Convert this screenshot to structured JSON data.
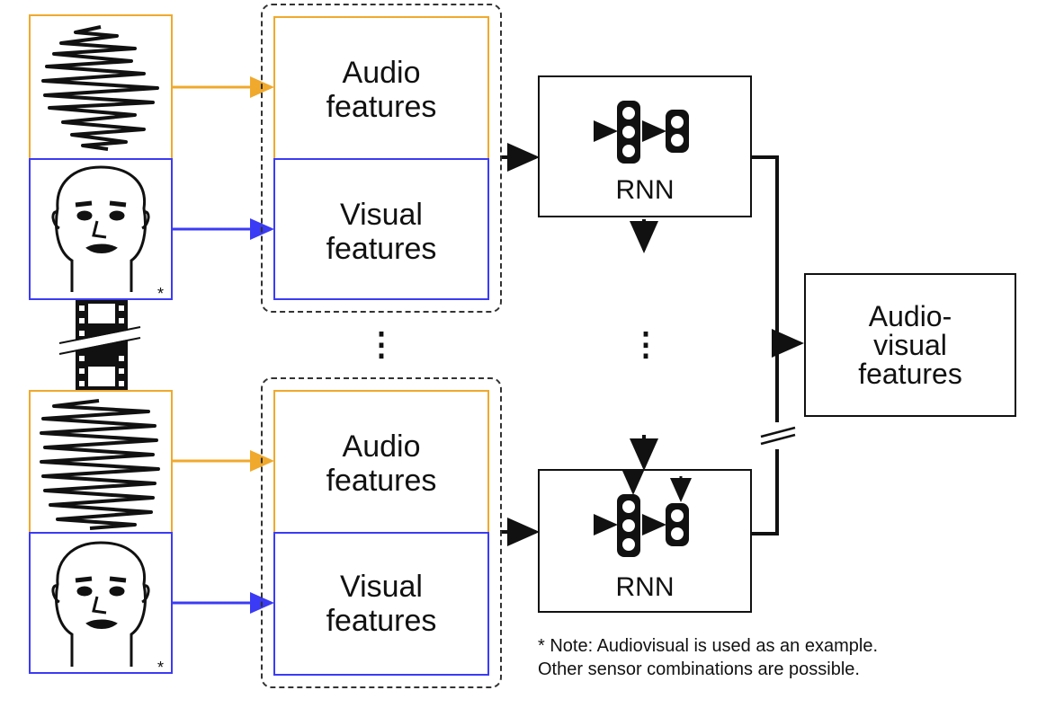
{
  "groups": [
    {
      "audio_label": "Audio\nfeatures",
      "visual_label": "Visual\nfeatures",
      "star": "*"
    },
    {
      "audio_label": "Audio\nfeatures",
      "visual_label": "Visual\nfeatures",
      "star": "*"
    }
  ],
  "rnn_top_label": "RNN",
  "rnn_bottom_label": "RNN",
  "output_label": "Audio-\nvisual\nfeatures",
  "ellipsis": "⋮",
  "note_line1": "* Note: Audiovisual is used as an example.",
  "note_line2": "Other sensor combinations are possible.",
  "colors": {
    "audio": "#f0a92c",
    "visual": "#3b3bf5",
    "line": "#111111"
  },
  "icons": [
    "audio-waveform-icon",
    "face-icon",
    "film-strip-icon",
    "rnn-cells-icon"
  ]
}
